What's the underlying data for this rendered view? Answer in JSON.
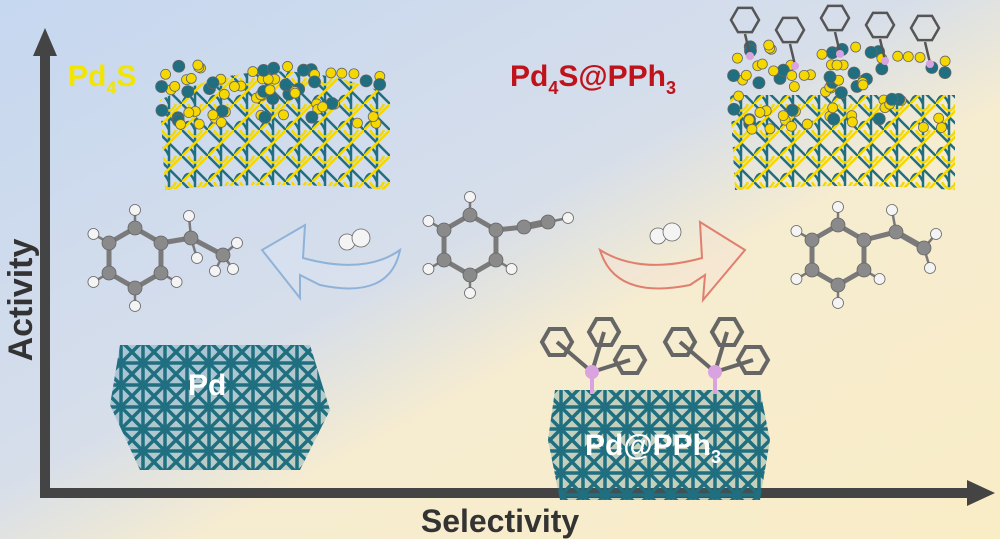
{
  "axes": {
    "y_label": "Activity",
    "x_label": "Selectivity"
  },
  "materials": {
    "pd4s": {
      "main": "Pd",
      "sub": "4",
      "tail": "S",
      "color": "#f2e600"
    },
    "pd4s_pph3": {
      "main": "Pd",
      "sub": "4",
      "tail": "S@PPh",
      "sub2": "3",
      "color": "#c0121a"
    },
    "pd": {
      "main": "Pd"
    },
    "pd_pph3": {
      "main": "Pd@PPh",
      "sub": "3"
    }
  },
  "colors": {
    "pd": "#1f6f80",
    "sulfur": "#f5d800",
    "phosphorus": "#d9a3e0",
    "carbon": "#8a8a8a",
    "hydrogen": "#f4f4f4",
    "arrow_left": "#8fb2d8",
    "arrow_right": "#e07f6e",
    "bg_top_left": "#c9d9ef",
    "bg_bottom_right": "#f8ecc8"
  }
}
